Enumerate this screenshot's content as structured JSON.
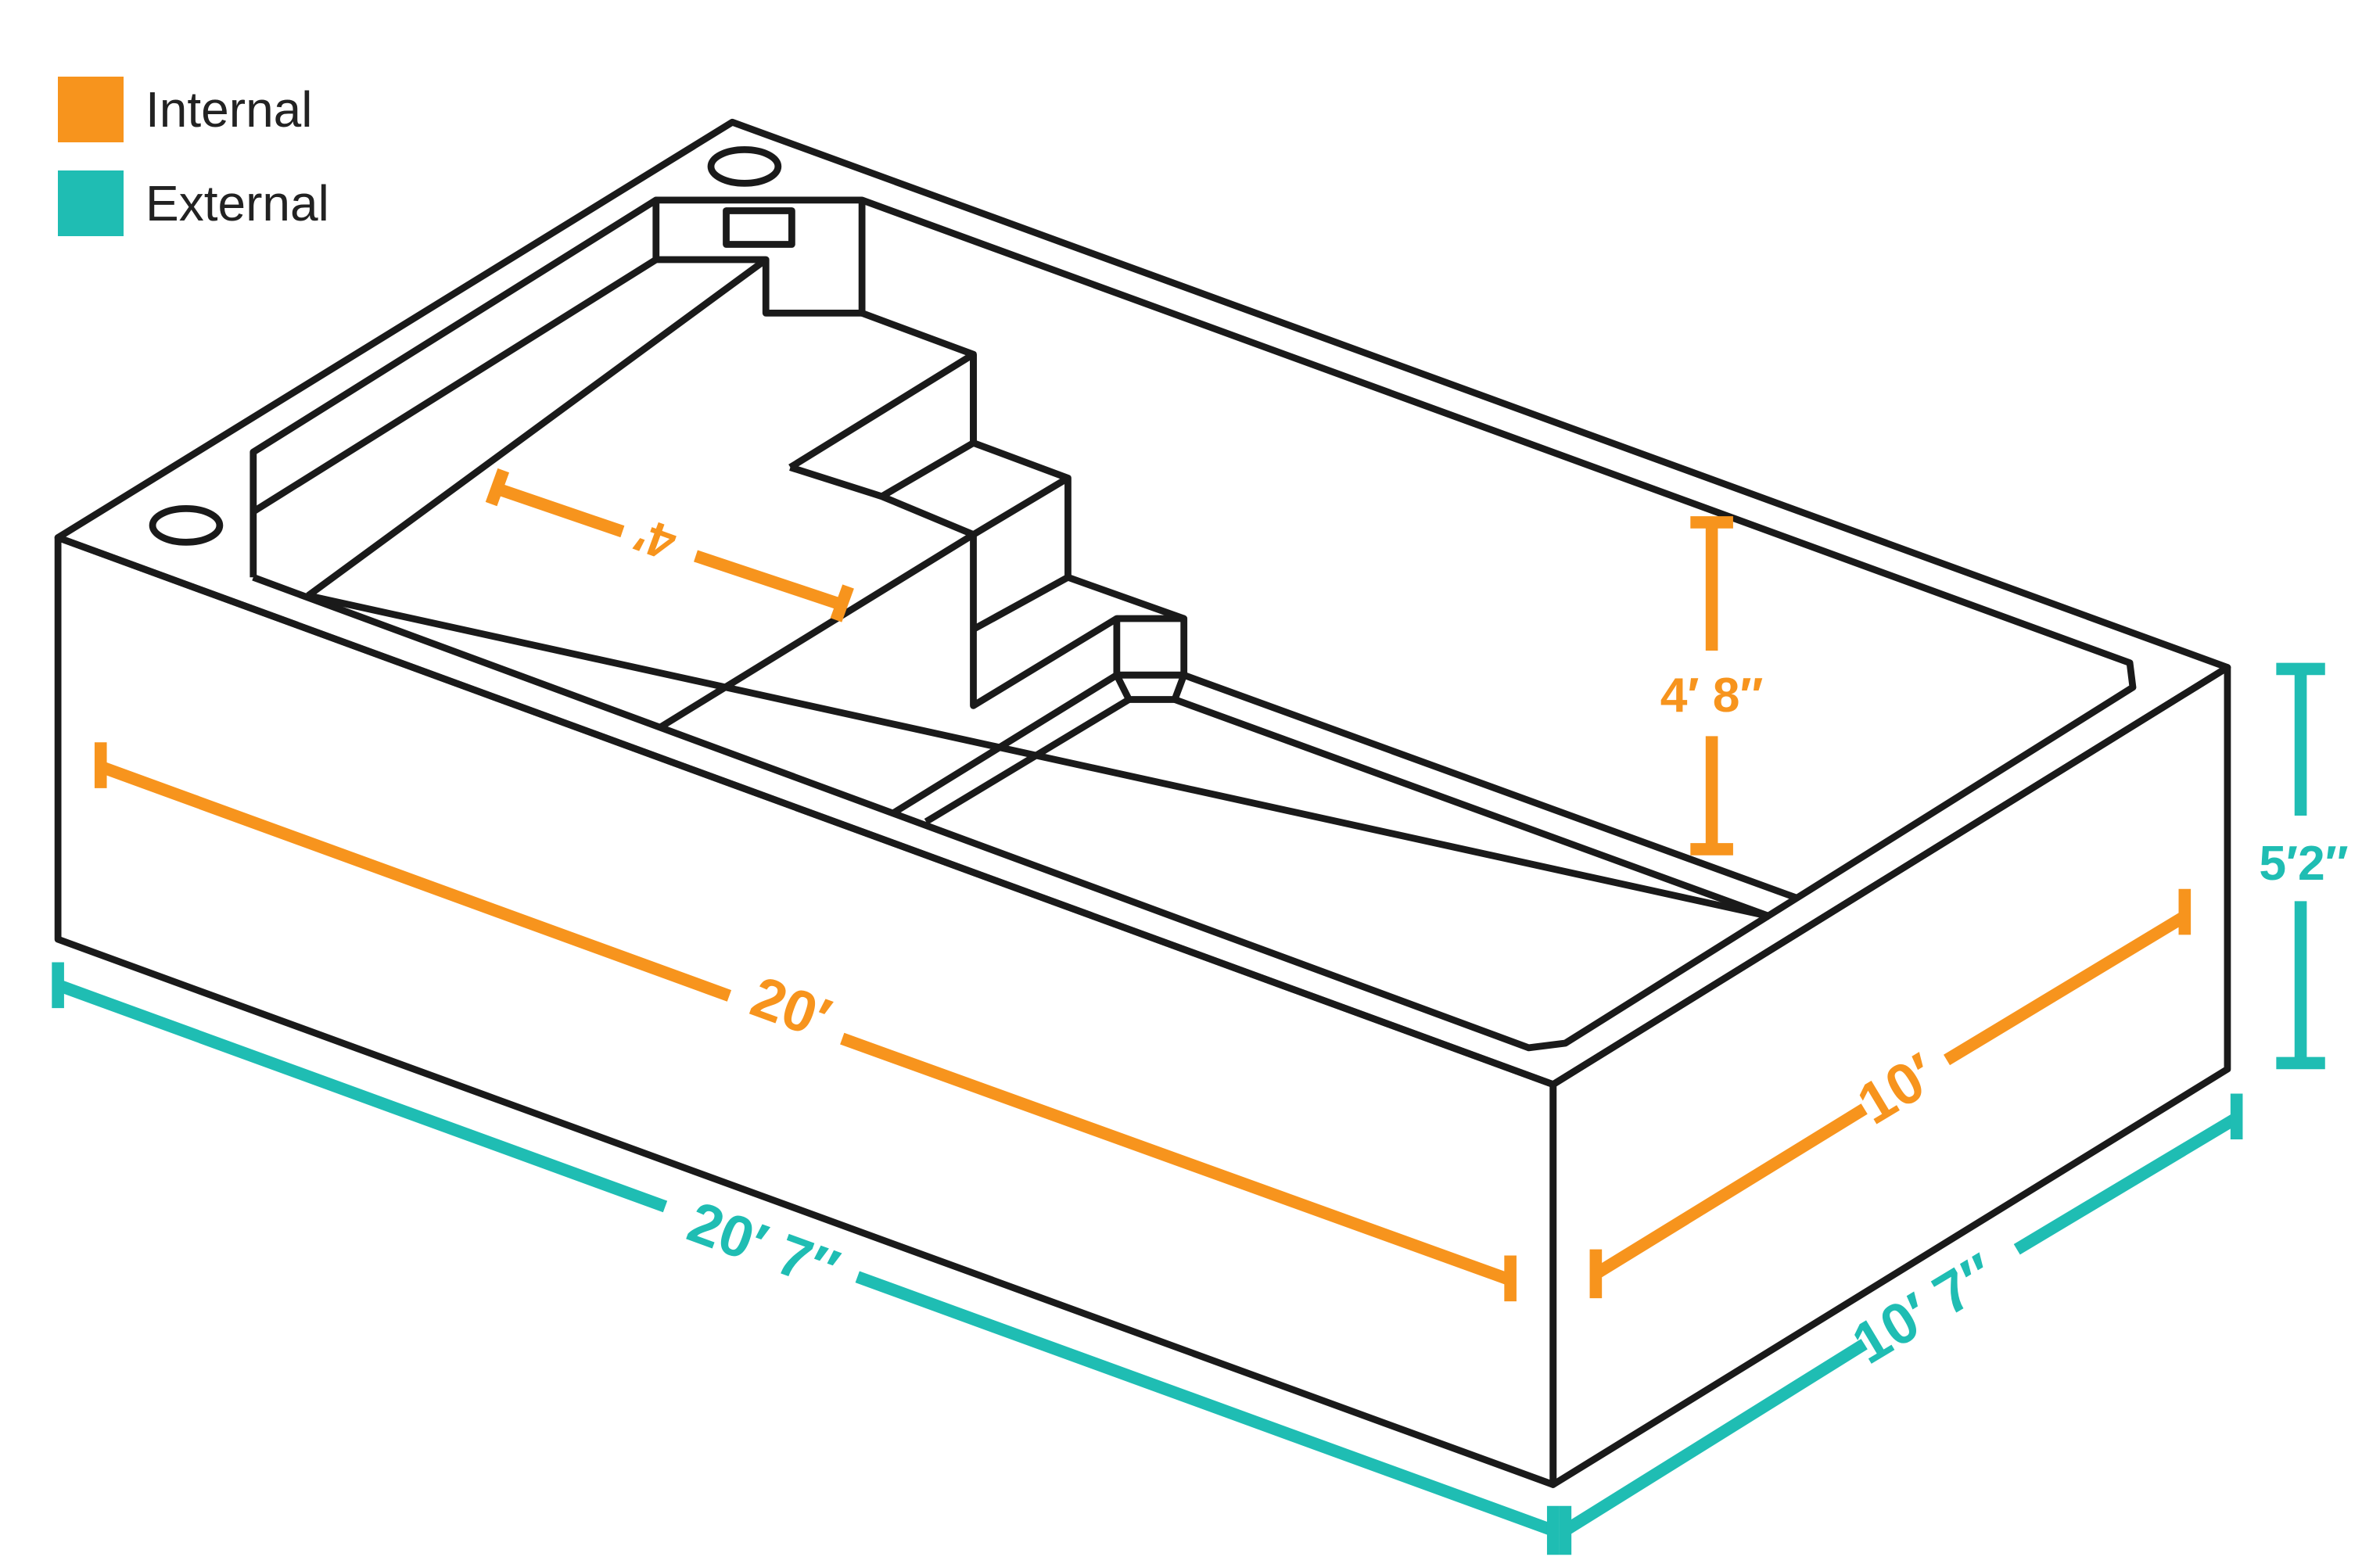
{
  "legend": {
    "items": [
      {
        "label": "Internal",
        "color": "#f7941d"
      },
      {
        "label": "External",
        "color": "#1fbdb3"
      }
    ]
  },
  "colors": {
    "internal": "#f7941d",
    "external": "#1fbdb3",
    "outline": "#1a1a1a"
  },
  "dimensions": {
    "internal_length": "20′",
    "internal_width": "10′",
    "internal_depth": "4′ 8″",
    "step_width": "4′",
    "external_length": "20′ 7″",
    "external_width": "10′ 7″",
    "external_height": "5′2″"
  }
}
